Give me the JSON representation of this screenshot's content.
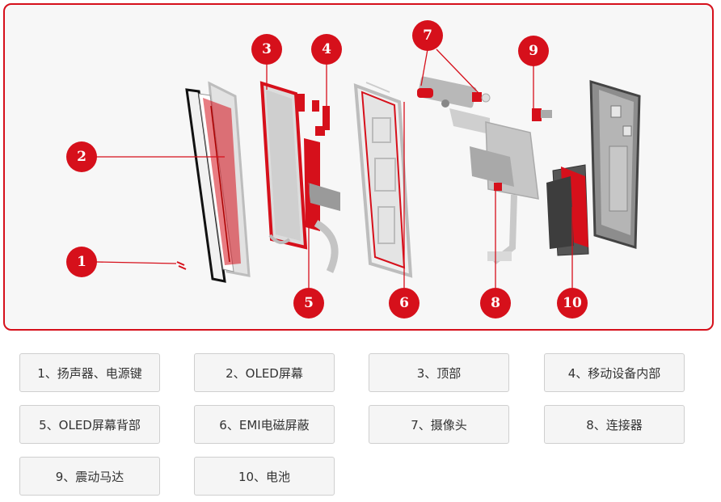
{
  "colors": {
    "accent": "#d6101b",
    "part_gray": "#c9c9c9",
    "dark": "#1a1a1a"
  },
  "callouts": [
    "1",
    "2",
    "3",
    "4",
    "5",
    "6",
    "7",
    "8",
    "9",
    "10"
  ],
  "legend": [
    "1、扬声器、电源键",
    "2、OLED屏幕",
    "3、顶部",
    "4、移动设备内部",
    "5、OLED屏幕背部",
    "6、EMI电磁屏蔽",
    "7、摄像头",
    "8、连接器",
    "9、震动马达",
    "10、电池"
  ]
}
